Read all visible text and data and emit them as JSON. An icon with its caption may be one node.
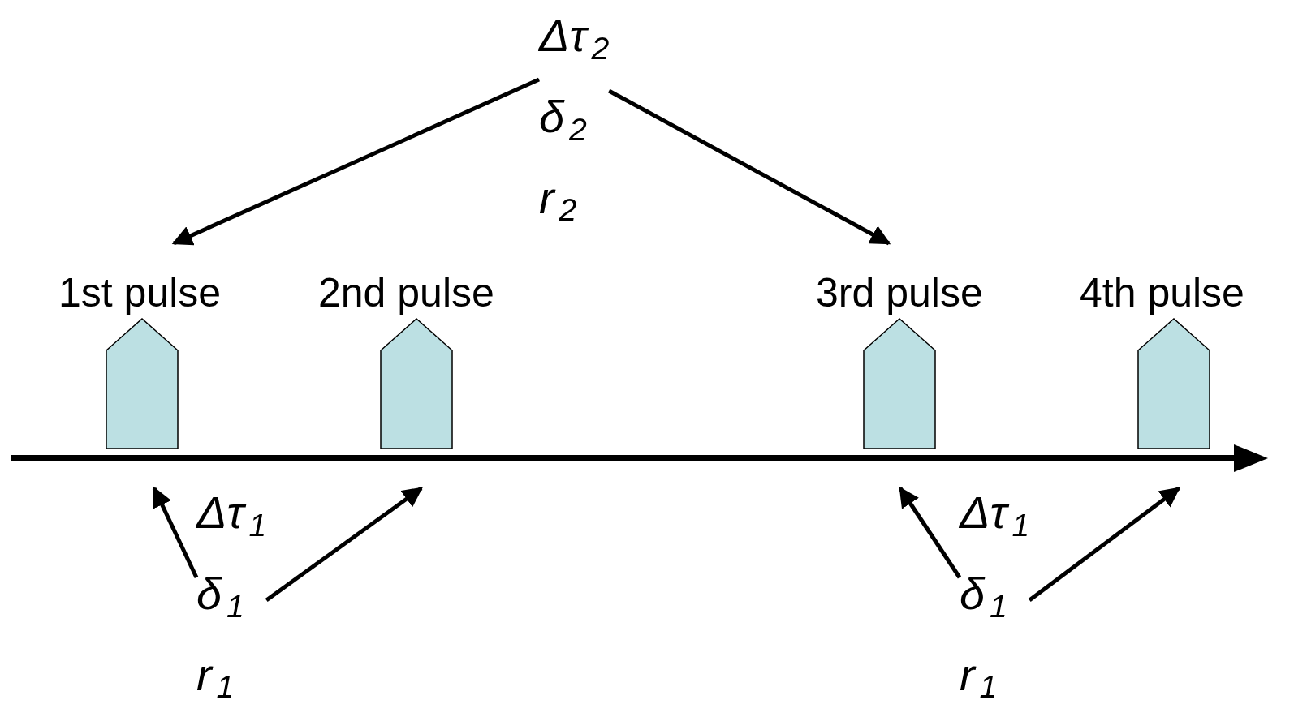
{
  "diagram": {
    "nodes": [
      {
        "text": [
          "Δτ$_{2}$",
          "δ$_{2}$",
          "r$_{2}$"
        ]
      },
      {
        "text": [
          "1st pulse"
        ]
      },
      {
        "text": [
          "2nd pulse"
        ]
      },
      {
        "text": [
          "3rd pulse"
        ]
      },
      {
        "text": [
          "4th pulse"
        ]
      },
      {
        "text": [
          "Δτ$_{1}$",
          "δ$_{1}$",
          "r$_{1}$"
        ]
      },
      {
        "text": [
          "Δτ$_{1}$",
          "δ$_{1}$",
          "r$_{1}$"
        ]
      }
    ],
    "edges": [
      {
        "from": 0,
        "to": 1,
        "arrow": "to"
      },
      {
        "from": 0,
        "to": 3,
        "arrow": "to"
      },
      {
        "from": 5,
        "to": 1,
        "arrow": "to"
      },
      {
        "from": 5,
        "to": 2,
        "arrow": "to"
      },
      {
        "from": 6,
        "to": 3,
        "arrow": "to"
      },
      {
        "from": 6,
        "to": 4,
        "arrow": "to"
      }
    ]
  }
}
